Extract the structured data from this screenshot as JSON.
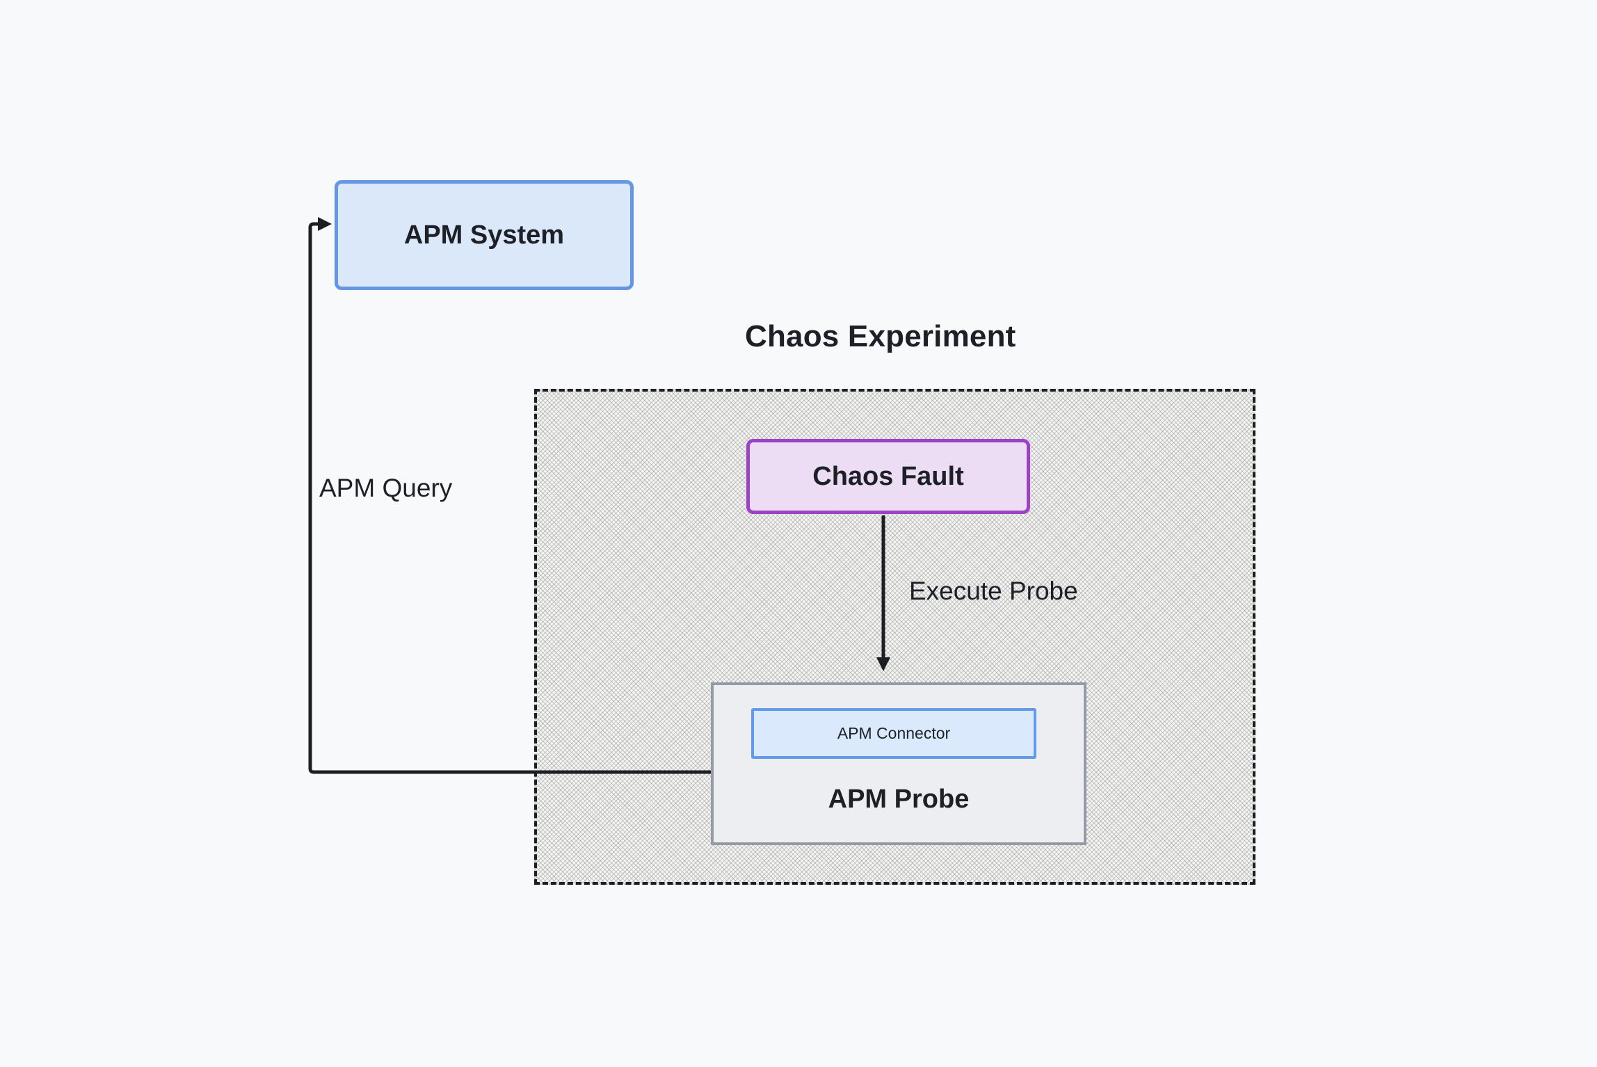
{
  "diagram": {
    "background_color": "#f8f9fb",
    "text_color": "#1d2127",
    "line_color": "#1b1e22",
    "group": {
      "title": "Chaos Experiment",
      "border_style": "dashed",
      "border_color": "#1b1e22",
      "fill_style": "crosshatch",
      "fill_color": "#e9e9e8"
    },
    "nodes": {
      "apm_system": {
        "label": "APM System",
        "fill": "#dbe8f9",
        "border": "#6496e4"
      },
      "chaos_fault": {
        "label": "Chaos Fault",
        "fill": "#ecdcf4",
        "border": "#9c42c6"
      },
      "apm_probe": {
        "label": "APM Probe",
        "fill": "#eceef1",
        "border": "#959ba5"
      },
      "apm_connector": {
        "label": "APM Connector",
        "fill": "#dbe9fc",
        "border": "#639ae9"
      }
    },
    "edges": {
      "apm_query": {
        "label": "APM Query",
        "from": "APM Probe",
        "to": "APM System",
        "arrow": "end"
      },
      "execute_probe": {
        "label": "Execute Probe",
        "from": "Chaos Fault",
        "to": "APM Probe",
        "arrow": "end"
      }
    }
  }
}
